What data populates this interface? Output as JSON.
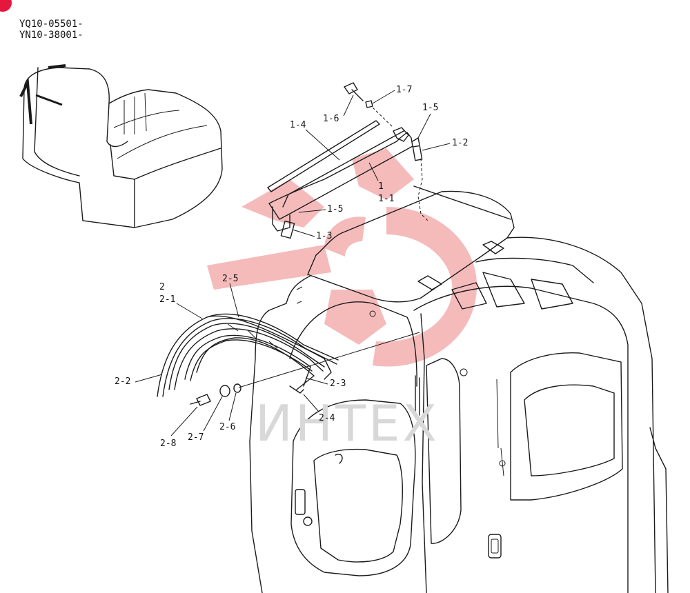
{
  "serial_numbers": [
    "YQ10-05501-",
    "YN10-38001-"
  ],
  "watermark_text": "ИНТЕХ",
  "colors": {
    "corner_badge": "#e5173f",
    "watermark_logo": "#f4b4b4",
    "watermark_text": "#d8d8d8",
    "line_art": "#1a1a1a"
  },
  "callouts": {
    "c1_7": "1-7",
    "c1_6": "1-6",
    "c1_5a": "1-5",
    "c1_2": "1-2",
    "c1_4": "1-4",
    "c1": "1",
    "c1_1": "1-1",
    "c1_5b": "1-5",
    "c1_3": "1-3",
    "c2_5": "2-5",
    "c2": "2",
    "c2_1": "2-1",
    "c2_2": "2-2",
    "c2_3": "2-3",
    "c2_4": "2-4",
    "c2_6": "2-6",
    "c2_7": "2-7",
    "c2_8": "2-8"
  }
}
